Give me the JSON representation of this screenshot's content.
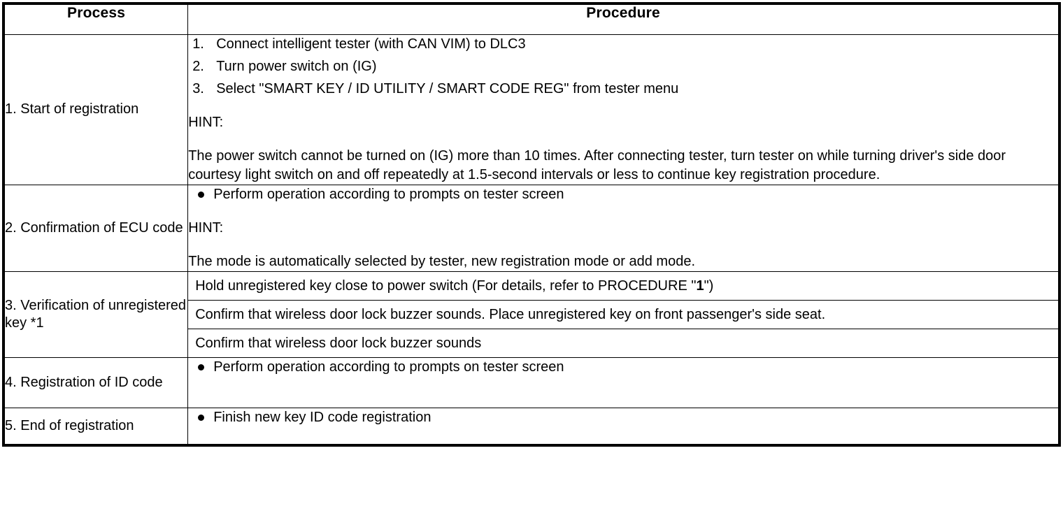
{
  "table": {
    "headers": {
      "process": "Process",
      "procedure": "Procedure"
    },
    "rows": [
      {
        "process": "1. Start of registration",
        "numbered_steps": [
          {
            "num": "1.",
            "text": "Connect intelligent tester (with CAN VIM) to DLC3"
          },
          {
            "num": "2.",
            "text": "Turn power switch on (IG)"
          },
          {
            "num": "3.",
            "text": "Select \"SMART KEY / ID UTILITY / SMART CODE REG\" from tester menu"
          }
        ],
        "hint_label": "HINT:",
        "hint_body": "The power switch cannot be turned on (IG) more than 10 times. After connecting tester, turn tester on while turning driver's side door courtesy light switch on and off repeatedly at 1.5-second intervals or less to continue key registration procedure."
      },
      {
        "process": "2. Confirmation of ECU code",
        "bullet": "Perform operation according to prompts on tester screen",
        "hint_label": "HINT:",
        "hint_body": "The mode is automatically selected by tester, new registration mode or add mode."
      },
      {
        "process": "3. Verification of unregistered key *1",
        "subrows": [
          {
            "pre": "Hold unregistered key close to power switch (For details, refer to PROCEDURE \"",
            "bold": "1",
            "post": "\")"
          },
          {
            "pre": "Confirm that wireless door lock buzzer sounds. Place unregistered key on front passenger's side seat.",
            "bold": "",
            "post": ""
          },
          {
            "pre": "Confirm that wireless door lock buzzer sounds",
            "bold": "",
            "post": ""
          }
        ]
      },
      {
        "process": "4. Registration of ID code",
        "bullet": "Perform operation according to prompts on tester screen"
      },
      {
        "process": "5. End of registration",
        "bullet": "Finish new key ID code registration"
      }
    ]
  }
}
